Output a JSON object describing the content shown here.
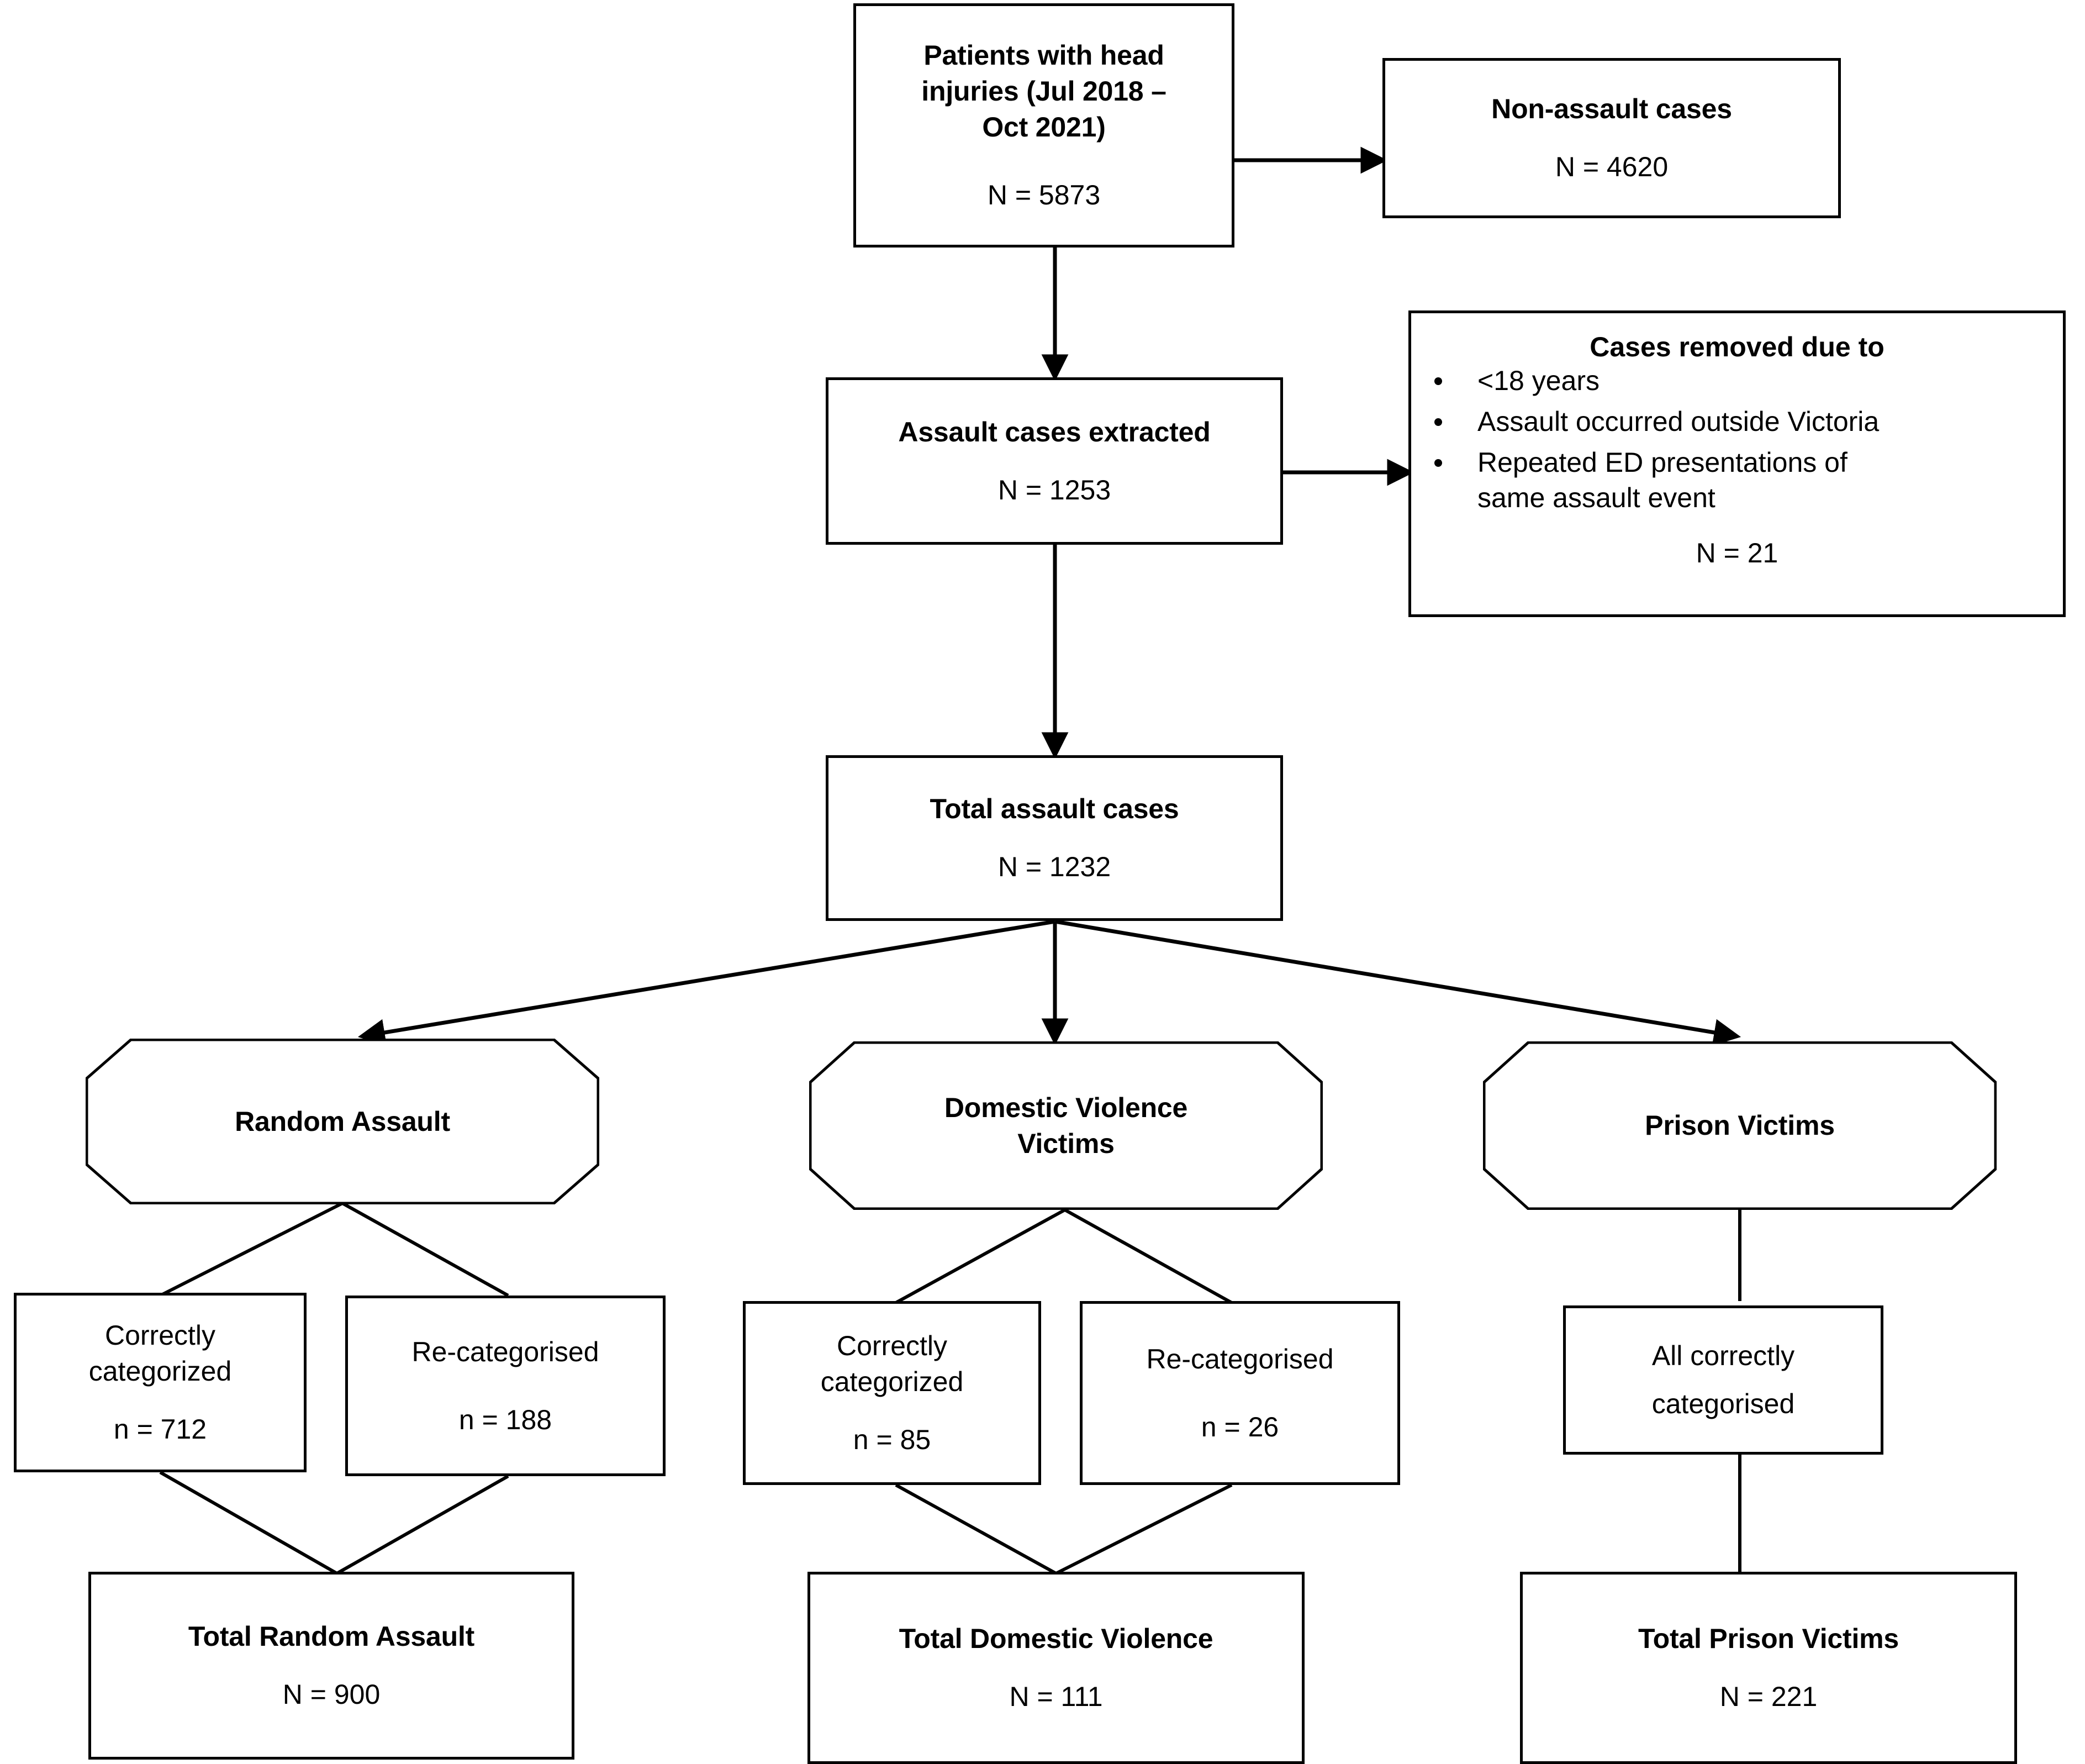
{
  "diagram": {
    "type": "flowchart",
    "title": "Patient selection and assault case categorisation flow",
    "nodes": {
      "head_injuries": {
        "shape": "rectangle",
        "label": "Patients with head injuries (Jul 2018 – Oct 2021)",
        "line1": "Patients with head",
        "line2": "injuries (Jul 2018 –",
        "line3": "Oct 2021)",
        "count": "N = 5873"
      },
      "non_assault": {
        "shape": "rectangle",
        "label": "Non-assault cases",
        "count": "N = 4620"
      },
      "assault_extracted": {
        "shape": "rectangle",
        "label": "Assault cases extracted",
        "count": "N = 1253"
      },
      "cases_removed": {
        "shape": "rectangle",
        "heading": "Cases removed due to",
        "bullets": [
          "<18 years",
          "Assault occurred outside Victoria",
          "Repeated ED presentations of same assault event"
        ],
        "bullet3_line1": "Repeated ED presentations of",
        "bullet3_line2": "same assault event",
        "count": "N = 21"
      },
      "total_assault": {
        "shape": "rectangle",
        "label": "Total assault cases",
        "count": "N = 1232"
      },
      "random_assault": {
        "shape": "octagon",
        "label": "Random Assault"
      },
      "domestic_violence": {
        "shape": "octagon",
        "label": "Domestic Violence Victims",
        "line1": "Domestic Violence",
        "line2": "Victims"
      },
      "prison_victims": {
        "shape": "octagon",
        "label": "Prison Victims"
      },
      "ra_correct": {
        "shape": "rectangle",
        "line1": "Correctly",
        "line2": "categorized",
        "count": "n = 712"
      },
      "ra_recat": {
        "shape": "rectangle",
        "label": "Re-categorised",
        "count": "n = 188"
      },
      "dv_correct": {
        "shape": "rectangle",
        "line1": "Correctly",
        "line2": "categorized",
        "count": "n = 85"
      },
      "dv_recat": {
        "shape": "rectangle",
        "label": "Re-categorised",
        "count": "n = 26"
      },
      "pv_all_correct": {
        "shape": "rectangle",
        "line1": "All correctly",
        "line2": "categorised"
      },
      "total_random_assault": {
        "shape": "rectangle",
        "label": "Total Random Assault",
        "count": "N = 900"
      },
      "total_domestic_violence": {
        "shape": "rectangle",
        "label": "Total Domestic Violence",
        "count": "N = 111"
      },
      "total_prison_victims": {
        "shape": "rectangle",
        "label": "Total Prison Victims",
        "count": "N = 221"
      }
    },
    "colors": {
      "stroke": "#000000",
      "fill": "#ffffff",
      "text": "#000000"
    }
  }
}
